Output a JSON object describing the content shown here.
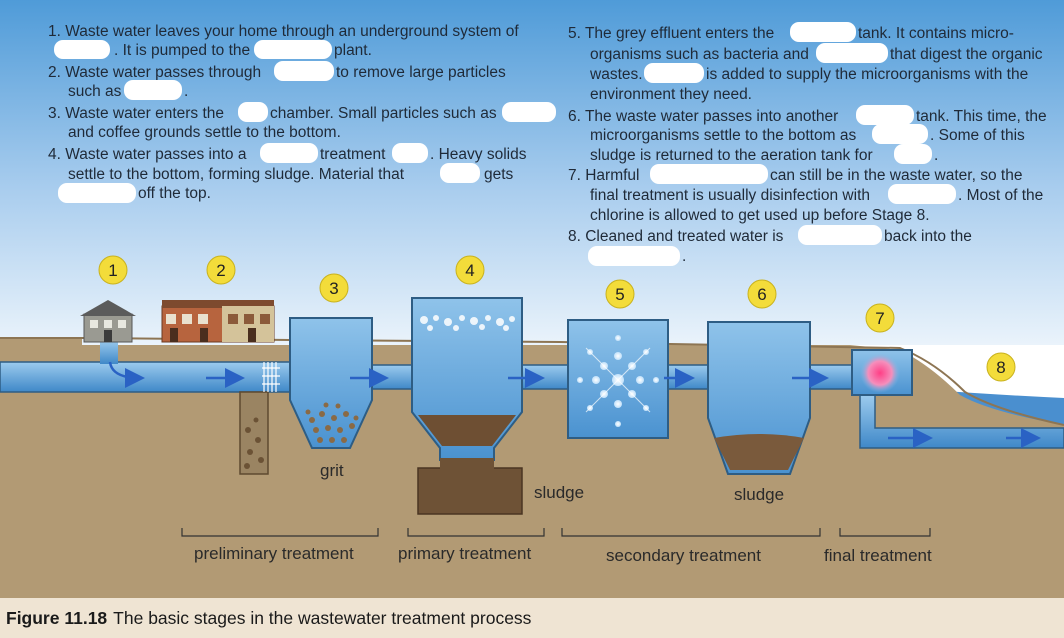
{
  "colors": {
    "sky_top": "#4f9bd8",
    "sky_bottom": "#e9f3fb",
    "ground": "#b29a74",
    "ground_dark": "#9c8460",
    "water": "#5a9fd6",
    "water_light": "#8fc2ea",
    "badge": "#f3dc3a",
    "arrow": "#2a62c4",
    "caption_band": "#efe4d3"
  },
  "steps_left": [
    {
      "lines": [
        "1. Waste water leaves your home through an underground system of",
        ". It is pumped to the",
        "plant."
      ]
    },
    {
      "lines": [
        "2. Waste water passes through",
        "to remove large particles",
        "such as",
        "."
      ]
    },
    {
      "lines": [
        "3. Waste water enters the",
        "chamber. Small particles such as",
        "and coffee grounds settle to the bottom."
      ]
    },
    {
      "lines": [
        "4. Waste water passes into a",
        "treatment",
        ". Heavy solids",
        "settle to the bottom, forming sludge. Material that",
        "gets",
        "off the top."
      ]
    }
  ],
  "steps_right": [
    {
      "lines": [
        "5. The grey effluent enters the",
        "tank. It contains micro-",
        "organisms such as bacteria and",
        "that digest the organic",
        "wastes.",
        "is added to supply the microorganisms with the",
        "environment they need."
      ]
    },
    {
      "lines": [
        "6. The waste water passes into another",
        "tank. This time, the",
        "microorganisms settle to the bottom as",
        ". Some of this",
        "sludge is returned to the aeration tank for",
        "."
      ]
    },
    {
      "lines": [
        "7. Harmful",
        "can still be in the waste water, so the",
        "final treatment is usually disinfection with",
        ". Most of the",
        "chlorine is allowed to get used up before Stage 8."
      ]
    },
    {
      "lines": [
        "8. Cleaned and treated water is",
        "back into the",
        "."
      ]
    }
  ],
  "badges": [
    "1",
    "2",
    "3",
    "4",
    "5",
    "6",
    "7",
    "8"
  ],
  "tank_labels": {
    "grit": "grit",
    "sludge_primary": "sludge",
    "sludge_secondary": "sludge"
  },
  "stages": [
    "preliminary treatment",
    "primary treatment",
    "secondary treatment",
    "final treatment"
  ],
  "caption": {
    "figure": "Figure 11.18",
    "text": "The basic stages in the wastewater treatment process"
  },
  "icons": [
    "house-icon",
    "row-houses-icon",
    "flow-arrow-icon",
    "air-bubble-icon",
    "chlorine-glow-icon"
  ]
}
